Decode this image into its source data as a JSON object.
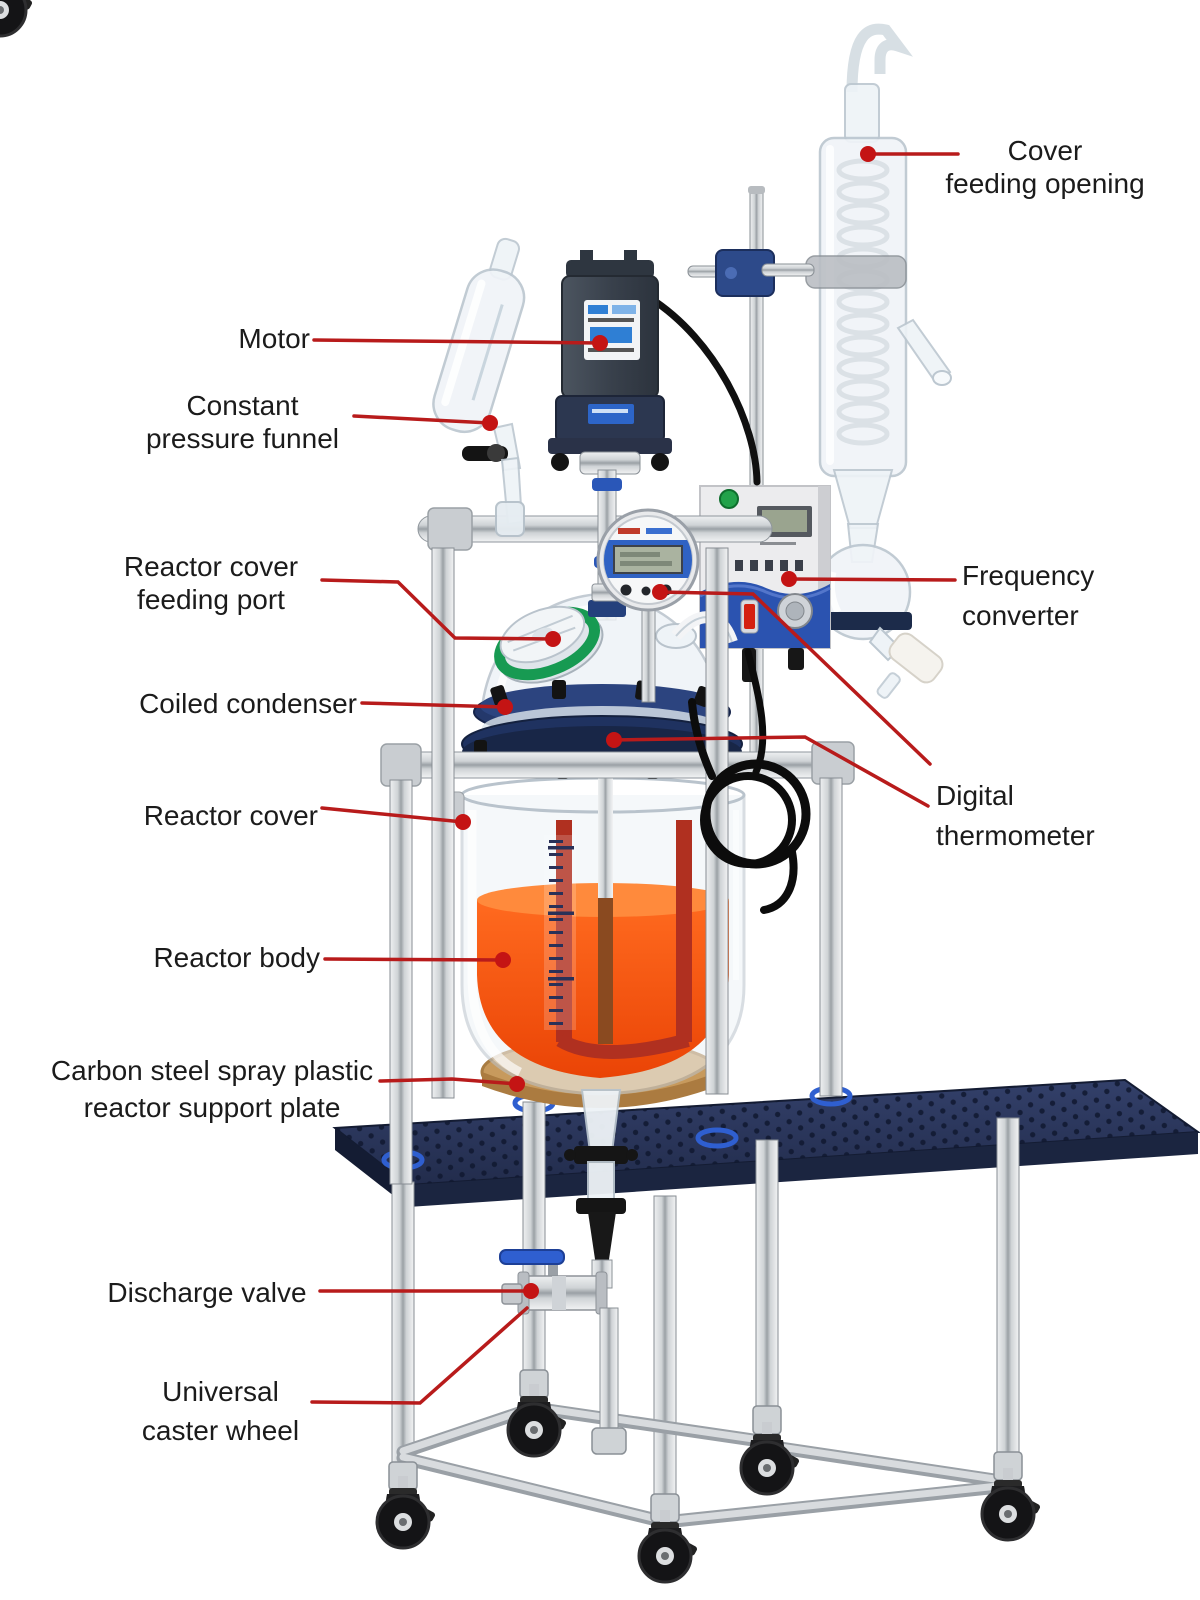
{
  "labels": {
    "cover_feeding_opening": "Cover\nfeeding opening",
    "motor": "Motor",
    "constant_pressure_funnel": "Constant\npressure funnel",
    "reactor_cover_feeding_port": "Reactor cover\nfeeding port",
    "coiled_condenser": "Coiled condenser",
    "frequency_converter": "Frequency\nconverter",
    "reactor_cover": "Reactor cover",
    "digital_thermometer": "Digital\nthermometer",
    "reactor_body": "Reactor body",
    "support_plate": "Carbon steel spray plastic\nreactor support plate",
    "discharge_valve": "Discharge valve",
    "universal_caster_wheel": "Universal\ncaster wheel"
  },
  "colors": {
    "background": "#ffffff",
    "label_text": "#1b1b1b",
    "leader_line": "#b81b1b",
    "leader_dot": "#c41414",
    "flange_navy": "#223764",
    "plate_navy": "#27324f",
    "liquid_orange": "#f1500c",
    "liquid_surface": "#ff8a3c",
    "converter_blue": "#2b53b0",
    "port_green": "#1fa05a",
    "support_pad_tan": "#c79a5d",
    "valve_handle_blue": "#2f5fd0"
  }
}
